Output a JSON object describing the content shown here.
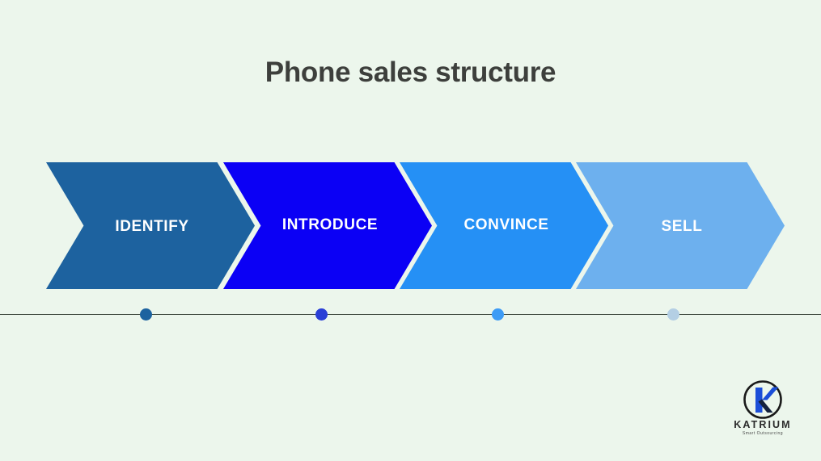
{
  "slide": {
    "title": "Phone sales structure",
    "background_color": "#ecf6ec",
    "title_color": "#3d3f3c"
  },
  "process": {
    "steps": [
      {
        "label": "IDENTIFY",
        "color": "#1d629f",
        "dot_color": "#1d629f"
      },
      {
        "label": "INTRODUCE",
        "color": "#0b00f5",
        "dot_color": "#2a3fd6"
      },
      {
        "label": "CONVINCE",
        "color": "#2590f5",
        "dot_color": "#3d9bf5"
      },
      {
        "label": "SELL",
        "color": "#6db0ee",
        "dot_color": "#b4cfe4"
      }
    ]
  },
  "timeline": {
    "axis_color": "#3e4a3e"
  },
  "branding": {
    "name": "KATRIUM",
    "tagline": "Smart Outsourcing",
    "mark_icon": "katrium-k-circle-icon",
    "mark_color": "#1b4ed8",
    "circle_color": "#1a1a1a"
  }
}
